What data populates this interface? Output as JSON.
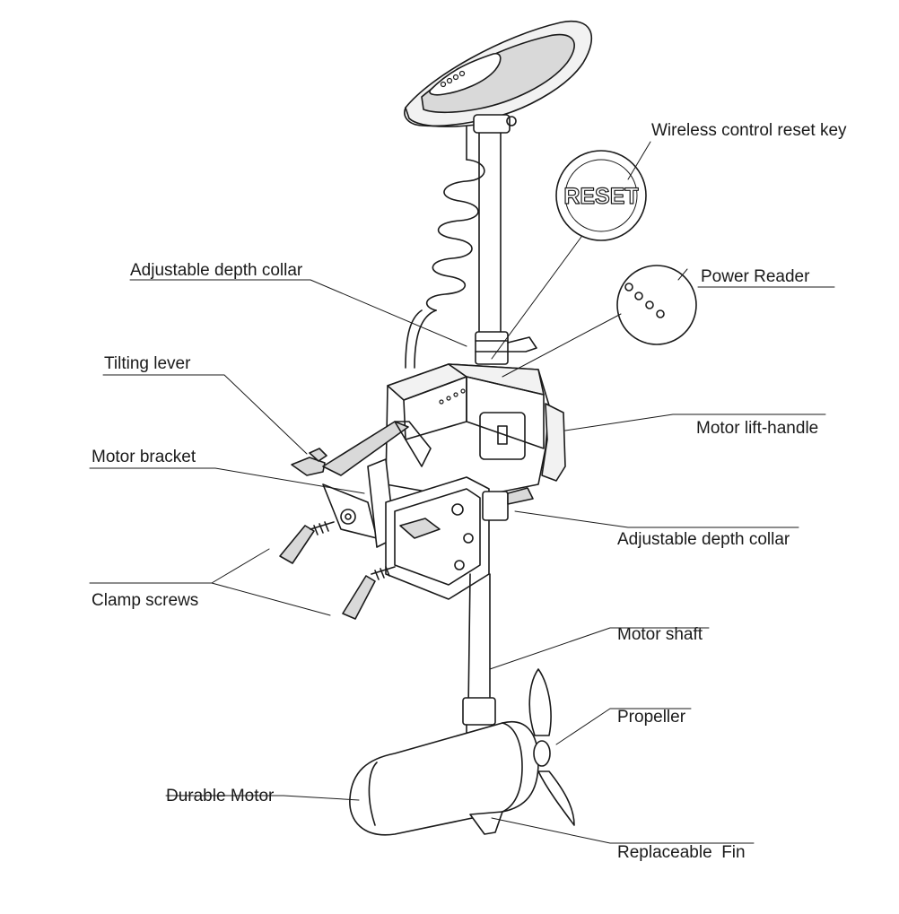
{
  "labels": {
    "wireless_reset": "Wireless control reset key",
    "depth_collar_top": "Adjustable depth collar",
    "power_reader": "Power Reader",
    "tilting_lever": "Tilting lever",
    "motor_lift_handle": "Motor lift-handle",
    "motor_bracket": "Motor bracket",
    "depth_collar_bottom": "Adjustable depth collar",
    "clamp_screws": "Clamp screws",
    "motor_shaft": "Motor shaft",
    "propeller": "Propeller",
    "durable_motor": "Durable Motor",
    "replaceable_fin": "Replaceable  Fin"
  },
  "reset_key_text": "RESET",
  "colors": {
    "line": "#1a1a1a",
    "background": "#ffffff",
    "fill_light": "#f2f2f2",
    "fill_dark": "#d9d9d9"
  }
}
